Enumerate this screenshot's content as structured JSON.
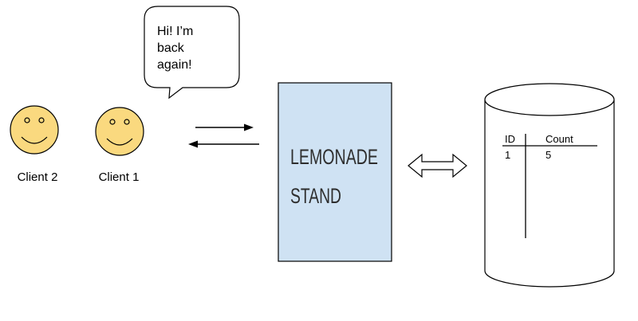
{
  "colors": {
    "face_fill": "#fad97f",
    "face_stroke": "#000000",
    "stand_fill": "#cfe2f3",
    "stand_stroke": "#000000",
    "line": "#000000",
    "background": "#ffffff"
  },
  "clients": [
    {
      "label": "Client 2"
    },
    {
      "label": "Client 1"
    }
  ],
  "speech_bubble": {
    "lines": [
      "Hi! I’m",
      "back",
      "again!"
    ]
  },
  "stand": {
    "title_line1": "LEMONADE",
    "title_line2": "STAND"
  },
  "database": {
    "table": {
      "headers": [
        "ID",
        "Count"
      ],
      "rows": [
        [
          "1",
          "5"
        ]
      ]
    }
  }
}
